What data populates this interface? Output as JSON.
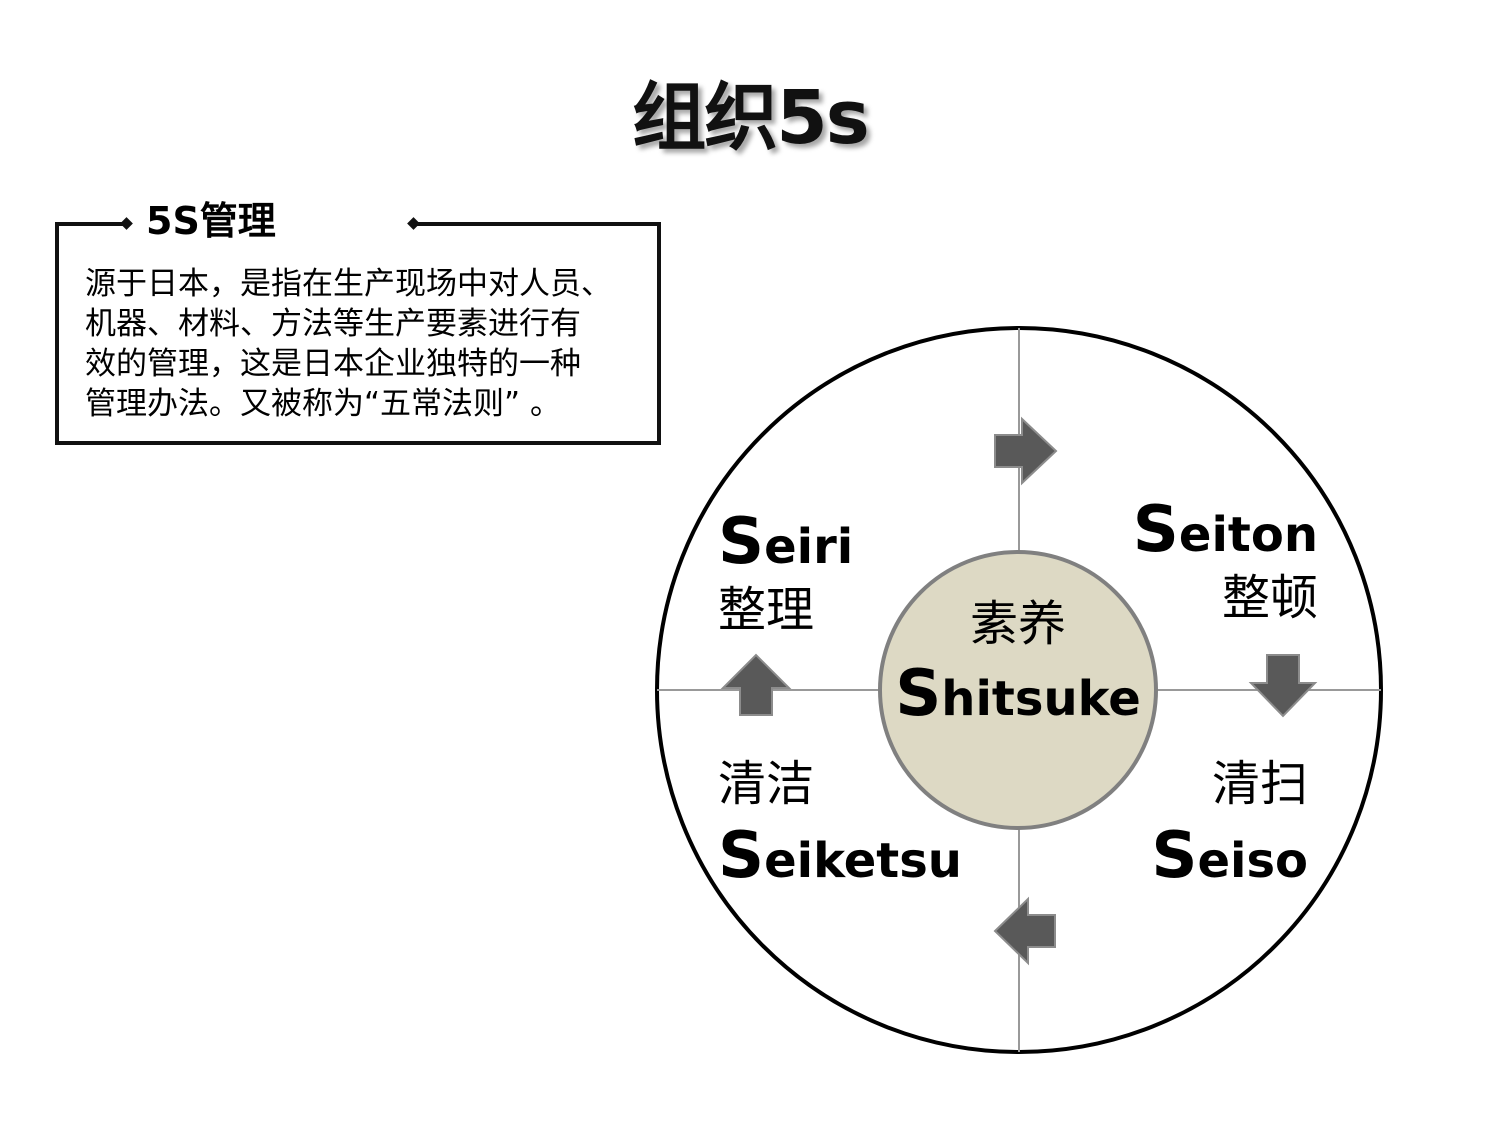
{
  "title": "组织5s",
  "info_box": {
    "heading": "5S管理",
    "lines": [
      "源于日本，是指在生产现场中对人员、",
      "机器、材料、方法等生产要素进行有",
      "效的管理，这是日本企业独特的一种",
      "管理办法。又被称为“五常法则” 。"
    ]
  },
  "diagram": {
    "colors": {
      "center_fill": "#ddd9c4",
      "center_stroke": "#808080",
      "arrow": "#595959"
    },
    "center": {
      "cn": "素养",
      "en_cap": "S",
      "en_rest": "hitsuke"
    },
    "quadrants": [
      {
        "cn": "整理",
        "en_cap": "S",
        "en_rest": "eiri"
      },
      {
        "cn": "整顿",
        "en_cap": "S",
        "en_rest": "eiton"
      },
      {
        "cn": "清扫",
        "en_cap": "S",
        "en_rest": "eiso"
      },
      {
        "cn": "清洁",
        "en_cap": "S",
        "en_rest": "eiketsu"
      }
    ]
  }
}
